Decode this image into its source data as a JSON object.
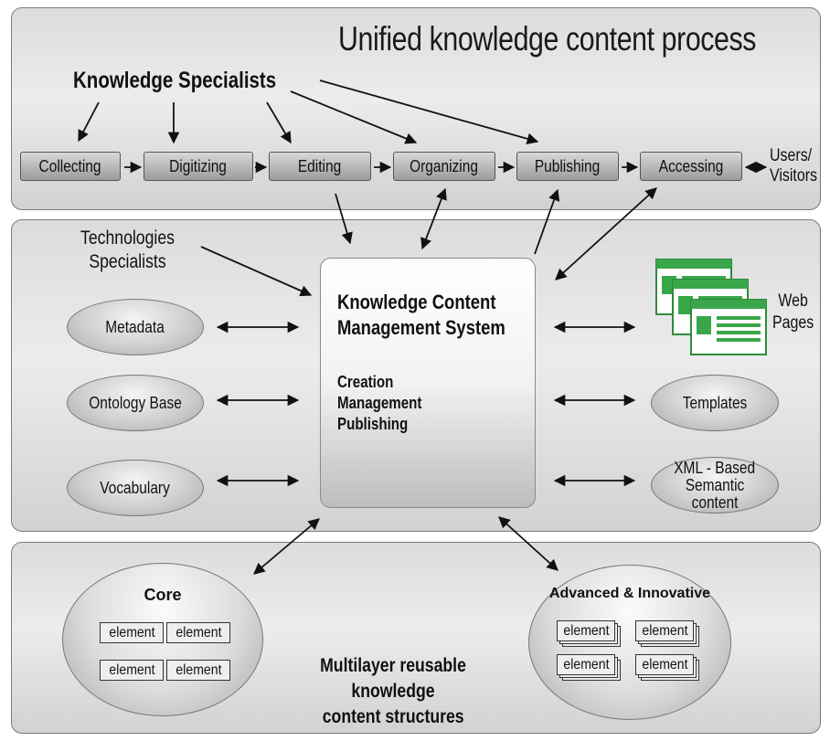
{
  "diagram": {
    "title": "Unified knowledge content process",
    "knowledge_specialists": "Knowledge Specialists",
    "process_steps": [
      "Collecting",
      "Digitizing",
      "Editing",
      "Organizing",
      "Publishing",
      "Accessing"
    ],
    "users_visitors_line1": "Users/",
    "users_visitors_line2": "Visitors",
    "technologies_line1": "Technologies",
    "technologies_line2": "Specialists",
    "left_resources": [
      "Metadata",
      "Ontology Base",
      "Vocabulary"
    ],
    "kcms_title_line1": "Knowledge Content",
    "kcms_title_line2": "Management System",
    "kcms_functions": [
      "Creation",
      "Management",
      "Publishing"
    ],
    "web_pages_line1": "Web",
    "web_pages_line2": "Pages",
    "templates": "Templates",
    "xml_line1": "XML - Based",
    "xml_line2": "Semantic content",
    "core_title": "Core",
    "advanced_title": "Advanced & Innovative",
    "element_label": "element",
    "multilayer_line1": "Multilayer reusable knowledge",
    "multilayer_line2": "content structures"
  },
  "colors": {
    "panel": "#dcdcdc",
    "web_page_green": "#3aa64a",
    "border": "#555555"
  },
  "icons": {
    "web_pages": "web-pages-icon",
    "arrows": "arrow-icon"
  }
}
